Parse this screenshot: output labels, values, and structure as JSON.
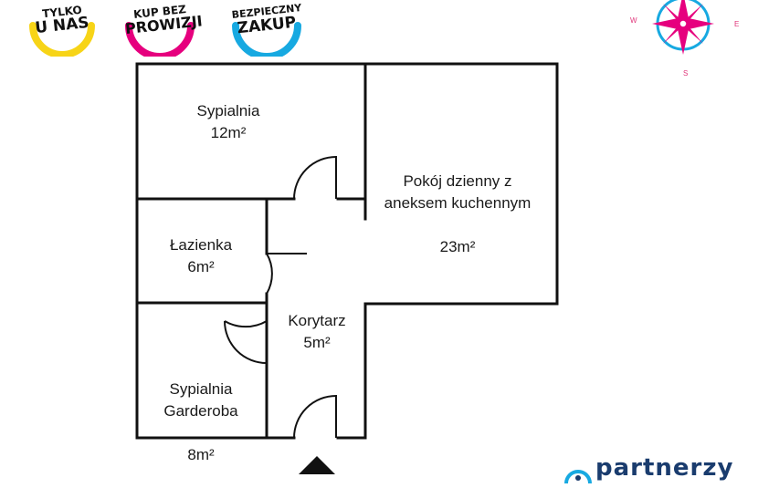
{
  "badges": [
    {
      "line1": "TYLKO",
      "line2": "U NAS",
      "ring_color": "#f7d417"
    },
    {
      "line1": "KUP BEZ",
      "line2": "PROWIZJI",
      "ring_color": "#e6007e"
    },
    {
      "line1": "BEZPIECZNY",
      "line2": "ZAKUP",
      "ring_color": "#17a9e1"
    }
  ],
  "rooms": [
    {
      "name": "Sypialnia",
      "area": "12m²"
    },
    {
      "name": "Pokój dzienny z\naneksem kuchennym",
      "area": "23m²"
    },
    {
      "name": "Łazienka",
      "area": "6m²"
    },
    {
      "name": "Korytarz",
      "area": "5m²"
    },
    {
      "name": "Sypialnia\nGarderoba",
      "area": "8m²"
    }
  ],
  "compass": {
    "west": "W",
    "east": "E",
    "south": "S",
    "star_color": "#e6007e",
    "ring_color": "#17a9e1"
  },
  "logo": {
    "text": "partnerzy",
    "color": "#1a3c6e"
  },
  "colors": {
    "walls": "#111111"
  }
}
